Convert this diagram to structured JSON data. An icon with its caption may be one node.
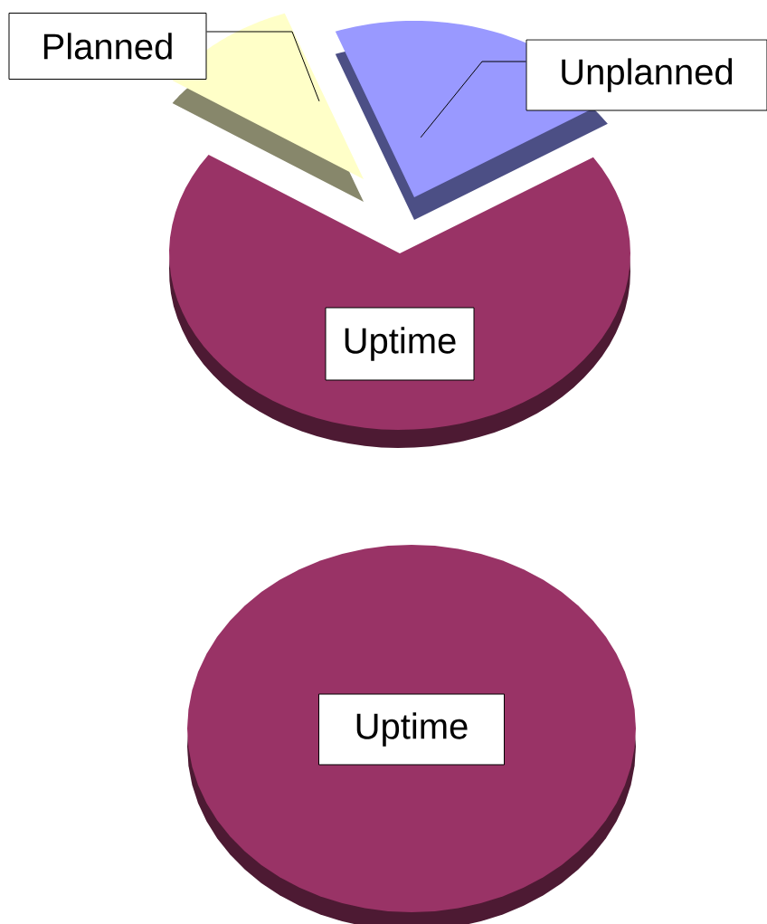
{
  "diagram": {
    "nodes": [
      {
        "text": [
          "Planned"
        ]
      },
      {
        "text": [
          "Unplanned"
        ]
      },
      {
        "text": [],
        "shape": "wedge"
      },
      {
        "text": [],
        "shape": "wedge"
      },
      {
        "text": [
          "Uptime"
        ]
      },
      {
        "text": [
          "Uptime"
        ]
      }
    ],
    "edges": [
      {
        "from": 0,
        "to": 2,
        "arrow": "none"
      },
      {
        "from": 1,
        "to": 3,
        "arrow": "none"
      }
    ]
  }
}
